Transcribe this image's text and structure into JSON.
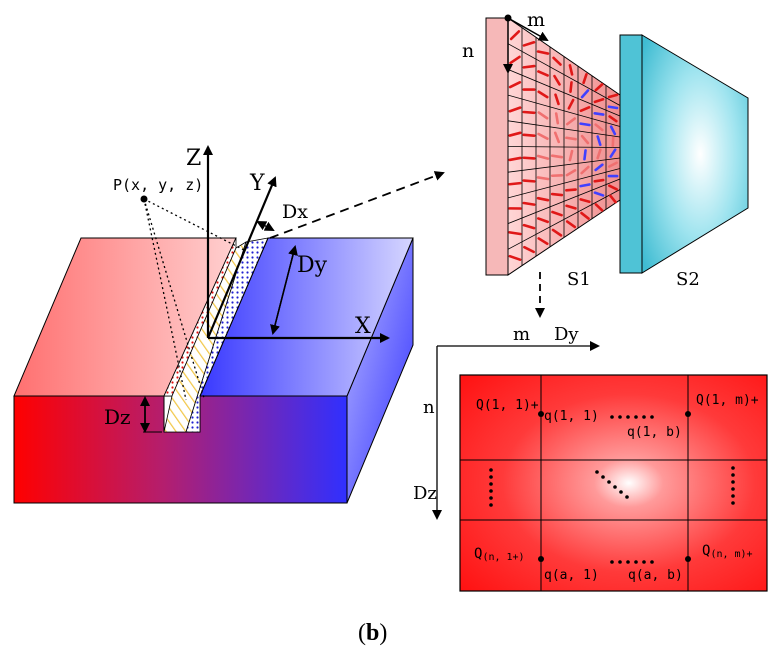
{
  "caption": "(b)",
  "caption_letter": "b",
  "block": {
    "point_label": "P(x, y, z)",
    "axis_z": "Z",
    "axis_y": "Y",
    "axis_x": "X",
    "dim_dx": "Dx",
    "dim_dy": "Dy",
    "dim_dz": "Dz"
  },
  "plates": {
    "label_n": "n",
    "label_m": "m",
    "label_s1": "S1",
    "label_s2": "S2"
  },
  "grid_panel": {
    "axis_m": "m",
    "axis_dy": "Dy",
    "axis_n": "n",
    "axis_dz": "Dz",
    "q_1_1_outer": "Q(1, 1)+",
    "q_1_1_inner": "q(1, 1)",
    "q_1_b": "q(1, b)",
    "q_1_m": "Q(1, m)+",
    "q_n_1_main": "Q",
    "q_n_1_sub": "(n, 1+)",
    "q_a_1": "q(a, 1)",
    "q_a_b": "q(a, b)",
    "q_n_m_main": "Q",
    "q_n_m_sub": "(n, m)+"
  },
  "colors": {
    "red": "#ff1a1a",
    "blue": "#3b3bff",
    "panel_red": "#ff2a2a",
    "plate_pink": "#f4a9a9",
    "plate_cyan": "#4fc3d6"
  }
}
